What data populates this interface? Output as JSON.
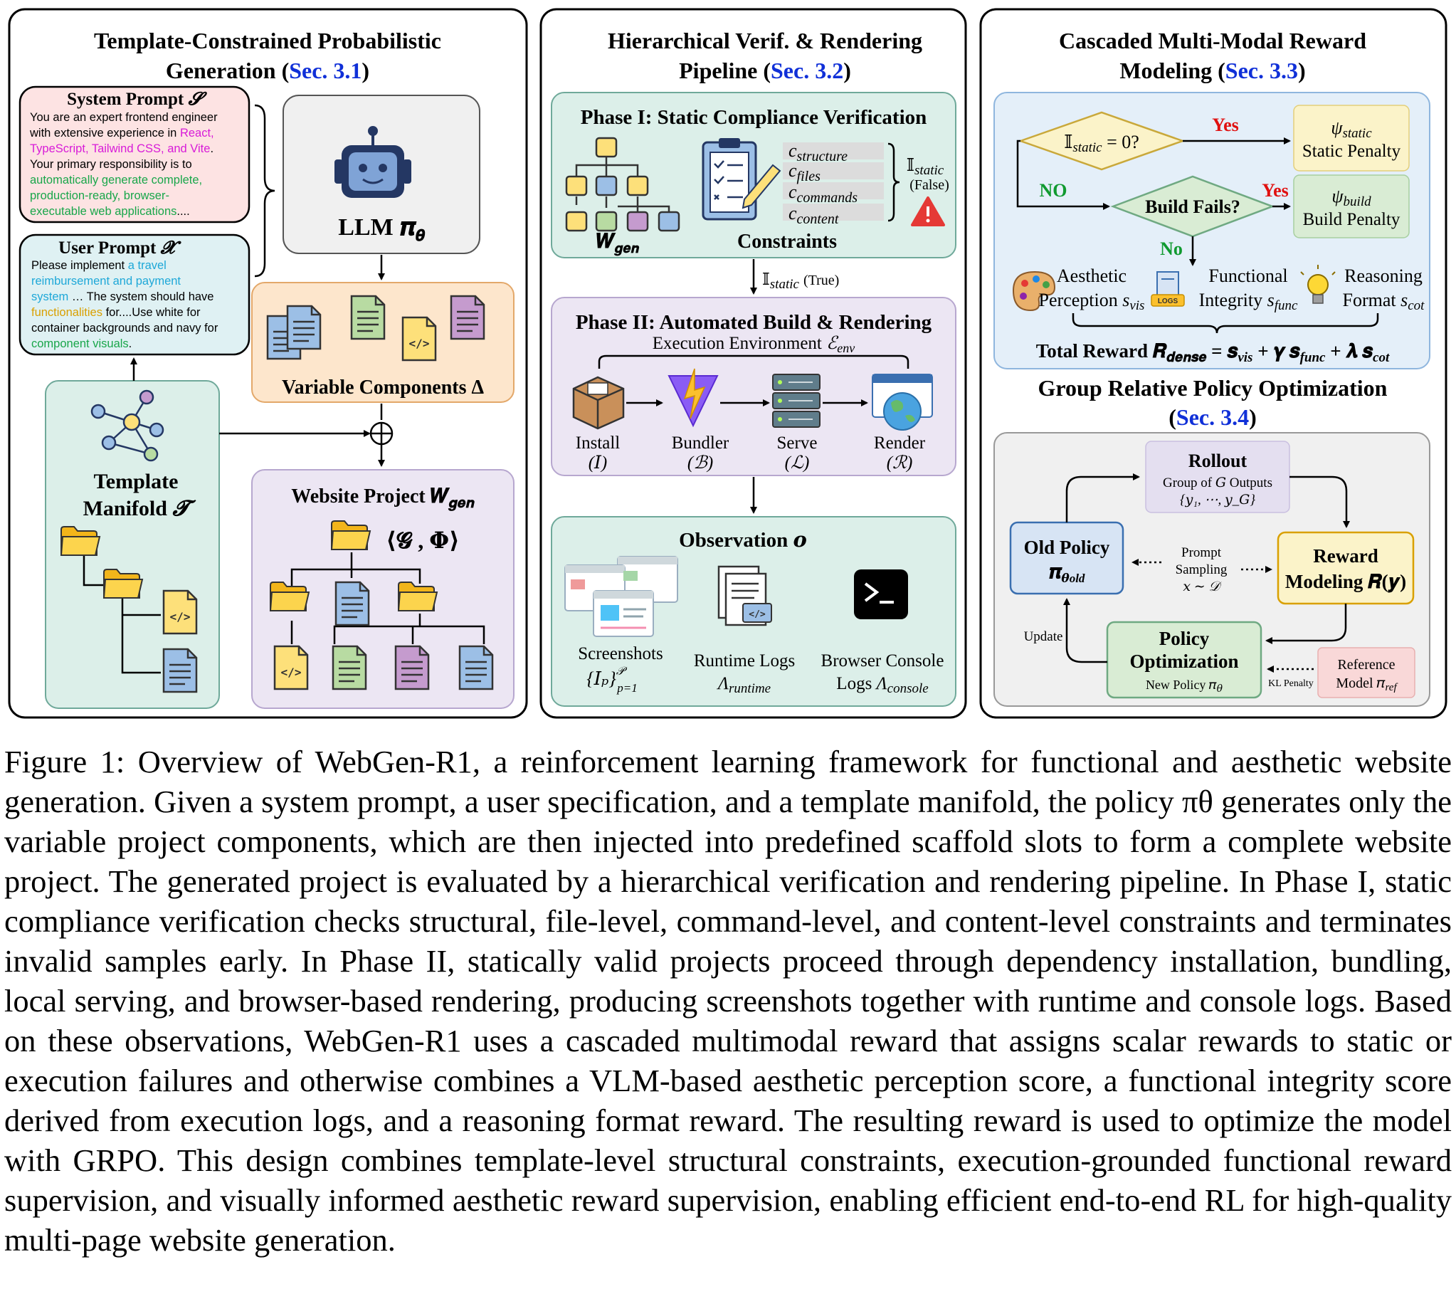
{
  "panel1": {
    "title_line1": "Template-Constrained Probabilistic",
    "title_line2": "Generation (",
    "title_ref": "Sec. 3.1",
    "title_close": ")",
    "system_prompt": {
      "title": "System Prompt ",
      "symbol": "𝓢",
      "l1": "You are an expert frontend engineer",
      "l2a": "with extensive experience in ",
      "l2b": "React,",
      "l3a": "TypeScript, Tailwind CSS, and Vite",
      "l3b": ".",
      "l4": "Your primary responsibility is to",
      "l5": "automatically generate complete,",
      "l6": "production-ready, browser-",
      "l7a": "executable web applications",
      "l7b": "...."
    },
    "user_prompt": {
      "title": "User Prompt ",
      "symbol": "𝓧",
      "l1a": "Please implement ",
      "l1b": "a travel",
      "l2": "reimbursement and payment",
      "l3a": "system",
      "l3b": " … The system should have",
      "l4a": "functionalities",
      "l4b": " for....Use white for",
      "l5": "container backgrounds and navy for",
      "l6a": "component visuals",
      "l6b": "."
    },
    "llm_label": "LLM ",
    "llm_symbol": "𝝅",
    "llm_sub": "𝜽",
    "variable_components": "Variable Components Δ",
    "template_l1": "Template",
    "template_l2": "Manifold ",
    "template_symbol": "𝓣",
    "website_label": "Website Project ",
    "website_symbol": "𝑾",
    "website_sub": "𝒈𝒆𝒏",
    "website_tuple": "⟨𝓖 , 𝚽⟩"
  },
  "panel2": {
    "title_line1": "Hierarchical Verif. & Rendering",
    "title_line2": "Pipeline (",
    "title_ref": "Sec. 3.2",
    "title_close": ")",
    "phase1_title": "Phase I: Static Compliance Verification",
    "wgen_label": "𝑾",
    "wgen_sub": "𝒈𝒆𝒏",
    "constraints_label": "Constraints",
    "c_structure": "structure",
    "c_files": "files",
    "c_commands": "commands",
    "c_content": "content",
    "c_letter": "c",
    "istatic": "𝕀",
    "istatic_sub": "static",
    "false_label": "(False)",
    "true_label": "(True)",
    "phase2_title": "Phase II: Automated Build & Rendering",
    "exec_env": "Execution Environment ",
    "exec_sym": "ℰ",
    "exec_sub": "env",
    "steps": [
      {
        "name": "Install",
        "sym": "(𝐼)"
      },
      {
        "name": "Bundler",
        "sym": "(ℬ)"
      },
      {
        "name": "Serve",
        "sym": "(ℒ)"
      },
      {
        "name": "Render",
        "sym": "(ℛ)"
      }
    ],
    "observation_title": "Observation ",
    "observation_sym": "𝒐",
    "screenshots_label": "Screenshots",
    "screenshots_math": "{𝐼ₚ}",
    "screenshots_sup": "𝒫",
    "screenshots_sub": "p=1",
    "runtime_label": "Runtime Logs",
    "runtime_math": "Λ",
    "runtime_sub": "runtime",
    "console_label": "Browser Console",
    "console_label2": "Logs ",
    "console_math": "Λ",
    "console_sub": "console"
  },
  "panel3": {
    "title_line1": "Cascaded Multi-Modal Reward",
    "title_line2": "Modeling (",
    "title_ref": "Sec. 3.3",
    "title_close": ")",
    "diamond1": "𝕀",
    "diamond1_sub": "static",
    "diamond1_tail": " = 0?",
    "yes1": "Yes",
    "no1": "NO",
    "psi": "ψ",
    "psi_static_sub": "static",
    "static_penalty": "Static Penalty",
    "diamond2": "Build Fails?",
    "yes2": "Yes",
    "no2": "No",
    "psi_build_sub": "build",
    "build_penalty": "Build Penalty",
    "aesthetic_l1": "Aesthetic",
    "aesthetic_l2": "Perception ",
    "s": "s",
    "vis": "vis",
    "functional_l1": "Functional",
    "functional_l2": "Integrity ",
    "func": "func",
    "reasoning_l1": "Reasoning",
    "reasoning_l2": "Format ",
    "cot": "cot",
    "logs_badge": "LOGS",
    "total_reward": "Total Reward ",
    "total_math": "𝑹",
    "total_sub": "𝒅𝒆𝒏𝒔𝒆",
    "total_eq": " = 𝒔",
    "total_rest1": " + 𝜸 𝒔",
    "total_rest2": " + 𝝀 𝒔",
    "grpo_title": "Group Relative Policy Optimization",
    "grpo_ref_open": "(",
    "grpo_ref": "Sec. 3.4",
    "grpo_ref_close": ")",
    "rollout": "Rollout",
    "rollout_sub": "Group of 𝐺 Outputs",
    "rollout_set": "{𝑦₁, ⋯, 𝑦_𝐺}",
    "old_policy": "Old Policy",
    "old_policy_sym": "𝝅",
    "old_policy_sub": "𝜽old",
    "prompt_sampling_l1": "Prompt",
    "prompt_sampling_l2": "Sampling",
    "prompt_sampling_l3": "𝑥 ∼ 𝒟",
    "reward_l1": "Reward",
    "reward_l2": "Modeling 𝑹(𝒚)",
    "update": "Update",
    "policy_opt_l1": "Policy",
    "policy_opt_l2": "Optimization",
    "new_policy": "New Policy 𝜋",
    "new_policy_sub": "𝜃",
    "kl_penalty": "KL Penalty",
    "reference_l1": "Reference",
    "reference_l2": "Model 𝜋",
    "reference_sub": "ref"
  },
  "caption": "Figure 1: Overview of WebGen-R1, a reinforcement learning framework for functional and aesthetic website generation. Given a system prompt, a user specification, and a template manifold, the policy πθ generates only the variable project components, which are then injected into predefined scaffold slots to form a complete website project. The generated project is evaluated by a hierarchical verification and rendering pipeline. In Phase I, static compliance verification checks structural, file-level, command-level, and content-level constraints and terminates invalid samples early. In Phase II, statically valid projects proceed through dependency installation, bundling, local serving, and browser-based rendering, producing screenshots together with runtime and console logs. Based on these observations, WebGen-R1 uses a cascaded multimodal reward that assigns scalar rewards to static or execution failures and otherwise combines a VLM-based aesthetic perception score, a functional integrity score derived from execution logs, and a reasoning format reward. The resulting reward is used to optimize the model with GRPO. This design combines template-level structural constraints, execution-grounded functional reward supervision, and visually informed aesthetic reward supervision, enabling efficient end-to-end RL for high-quality multi-page website generation.",
  "colors": {
    "system_fill": "#fde3e3",
    "user_fill": "#dff1f3",
    "teal_fill": "#dcefe9",
    "orange_fill": "#fde6cc",
    "lavender_fill": "#ece6f3",
    "reward_panel_fill": "#e4eff9",
    "yellow_fill": "#fbf3c9",
    "green_fill": "#d9ecd4",
    "gray_fill": "#f0f0f0",
    "lavender_box": "#e4dff0",
    "blue_box": "#d7e4f4",
    "pink_box": "#f9d8d8",
    "folder": "#fbd34a",
    "doc_blue": "#9cbfe6",
    "doc_green": "#b8dba2",
    "doc_yellow": "#fde07a",
    "doc_purple": "#c59bce"
  }
}
